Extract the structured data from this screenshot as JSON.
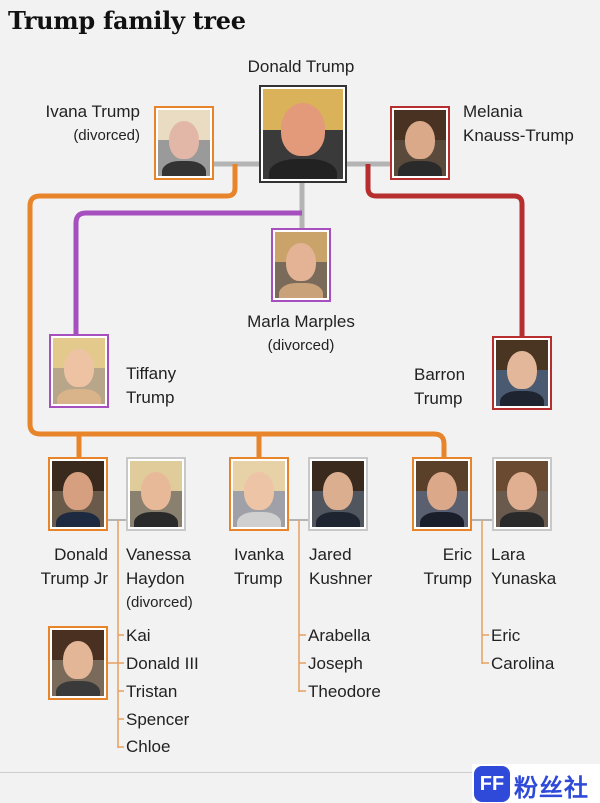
{
  "title": "Trump family tree",
  "colors": {
    "ivana": "#e8842a",
    "marla": "#a64fbe",
    "melania": "#b62e2e",
    "grey": "#b4b4b4"
  },
  "people": {
    "donald": {
      "name": "Donald Trump"
    },
    "ivana": {
      "name": "Ivana Trump",
      "note": "(divorced)"
    },
    "melania": {
      "name_line1": "Melania",
      "name_line2": "Knauss-Trump"
    },
    "marla": {
      "name": "Marla Marples",
      "note": "(divorced)"
    },
    "tiffany": {
      "line1": "Tiffany",
      "line2": "Trump"
    },
    "barron": {
      "line1": "Barron",
      "line2": "Trump"
    },
    "don_jr": {
      "line1": "Donald",
      "line2": "Trump Jr"
    },
    "vanessa": {
      "line1": "Vanessa",
      "line2": "Haydon",
      "note": "(divorced)"
    },
    "ivanka": {
      "line1": "Ivanka",
      "line2": "Trump"
    },
    "jared": {
      "line1": "Jared",
      "line2": "Kushner"
    },
    "eric": {
      "line1": "Eric",
      "line2": "Trump"
    },
    "lara": {
      "line1": "Lara",
      "line2": "Yunaska"
    }
  },
  "grandchildren": {
    "don_jr": [
      "Kai",
      "Donald III",
      "Tristan",
      "Spencer",
      "Chloe"
    ],
    "ivanka": [
      "Arabella",
      "Joseph",
      "Theodore"
    ],
    "eric": [
      "Eric",
      "Carolina"
    ]
  },
  "watermark": {
    "mark": "FF",
    "text": "粉丝社区"
  }
}
